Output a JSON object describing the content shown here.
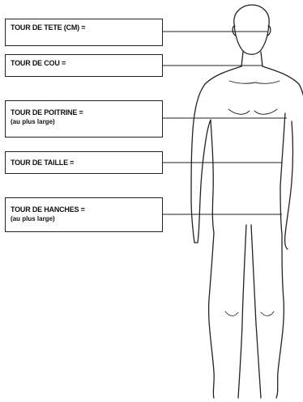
{
  "measurements": [
    {
      "label": "TOUR DE TETE (CM) =",
      "note": ""
    },
    {
      "label": "TOUR DE COU =",
      "note": ""
    },
    {
      "label": "TOUR DE POITRINE =",
      "note": "(au plus large)"
    },
    {
      "label": "TOUR DE TAILLE =",
      "note": ""
    },
    {
      "label": "TOUR DE HANCHES =",
      "note": "(au plus large)"
    }
  ],
  "colors": {
    "line": "#222222",
    "background": "#ffffff"
  }
}
